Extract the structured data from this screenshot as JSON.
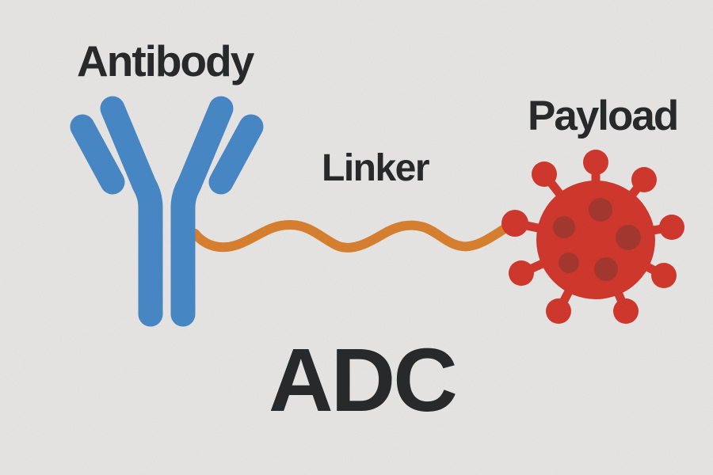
{
  "labels": {
    "antibody": "Antibody",
    "linker": "Linker",
    "payload": "Payload",
    "adc_title": "ADC"
  },
  "colors": {
    "background": "#edecea",
    "text": "#27292b",
    "antibody_blue": "#4a8ccb",
    "linker_orange": "#de8432",
    "payload_red": "#d63a2f",
    "payload_spot_dark_red": "#a93a31"
  },
  "diagram": {
    "description": "Schematic of an antibody-drug conjugate (ADC): a blue Y-shaped antibody joined by an orange wavy linker to a red spiked payload molecule",
    "components": [
      "Antibody",
      "Linker",
      "Payload"
    ]
  }
}
